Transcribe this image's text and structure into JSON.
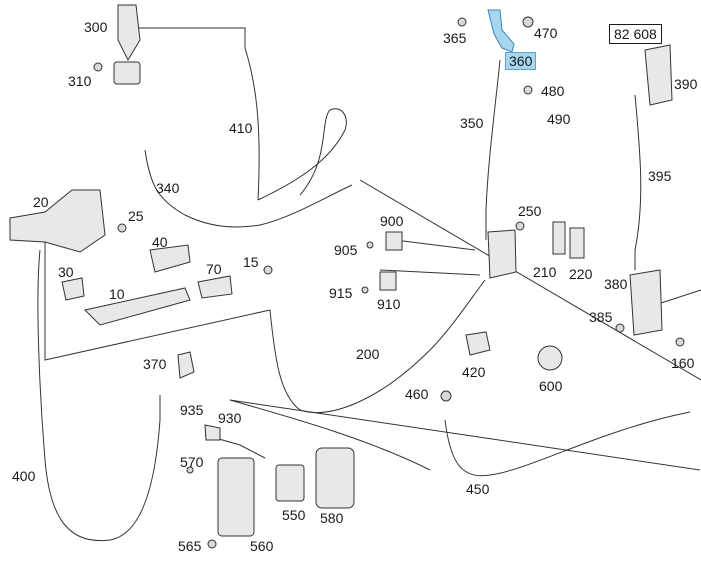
{
  "reference_box": "82 608",
  "callouts": {
    "c300": "300",
    "c310": "310",
    "c410": "410",
    "c340": "340",
    "c20": "20",
    "c25": "25",
    "c40": "40",
    "c30": "30",
    "c10": "10",
    "c70": "70",
    "c15": "15",
    "c370": "370",
    "c400": "400",
    "c935": "935",
    "c930": "930",
    "c570": "570",
    "c565": "565",
    "c560": "560",
    "c550": "550",
    "c580": "580",
    "c200": "200",
    "c365": "365",
    "c470": "470",
    "c360": "360",
    "c480": "480",
    "c490": "490",
    "c350": "350",
    "c250": "250",
    "c900": "900",
    "c905": "905",
    "c915": "915",
    "c910": "910",
    "c210": "210",
    "c220": "220",
    "c420": "420",
    "c600": "600",
    "c460": "460",
    "c450": "450",
    "c390": "390",
    "c395": "395",
    "c380": "380",
    "c385": "385",
    "c160": "160"
  },
  "highlight_color": "#a9d6ef"
}
